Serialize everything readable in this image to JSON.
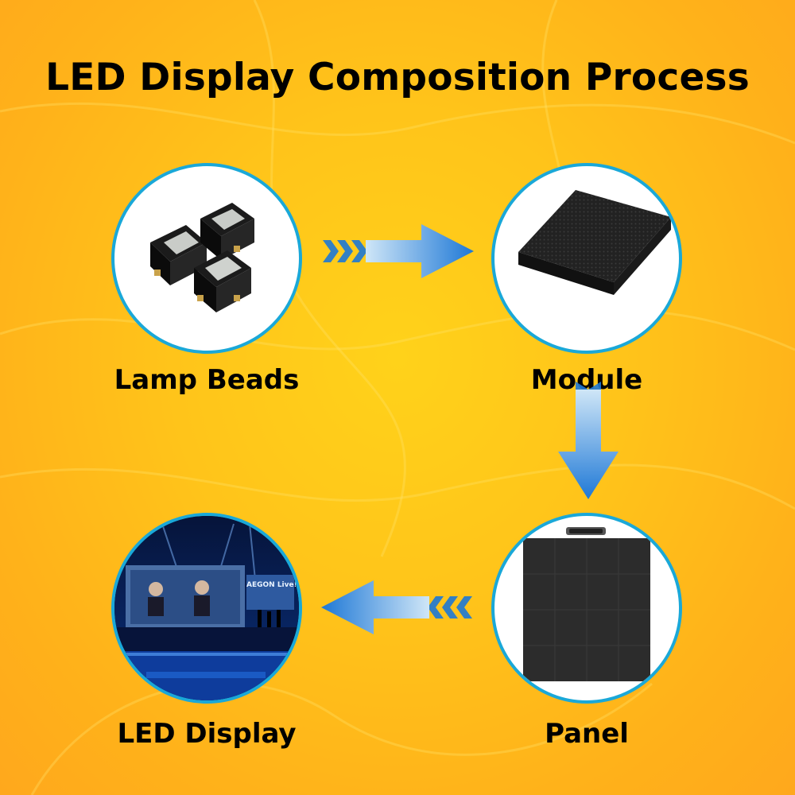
{
  "title": "LED Display Composition Process",
  "steps": [
    {
      "label": "Lamp Beads"
    },
    {
      "label": "Module"
    },
    {
      "label": "Panel"
    },
    {
      "label": "LED Display"
    }
  ],
  "display_screen_text": "AEGON Live!",
  "colors": {
    "background": "#ffc41a",
    "circle_border": "#1aa8d8",
    "arrow_blue": "#1e78d6",
    "arrow_light": "#cfe6f7"
  }
}
